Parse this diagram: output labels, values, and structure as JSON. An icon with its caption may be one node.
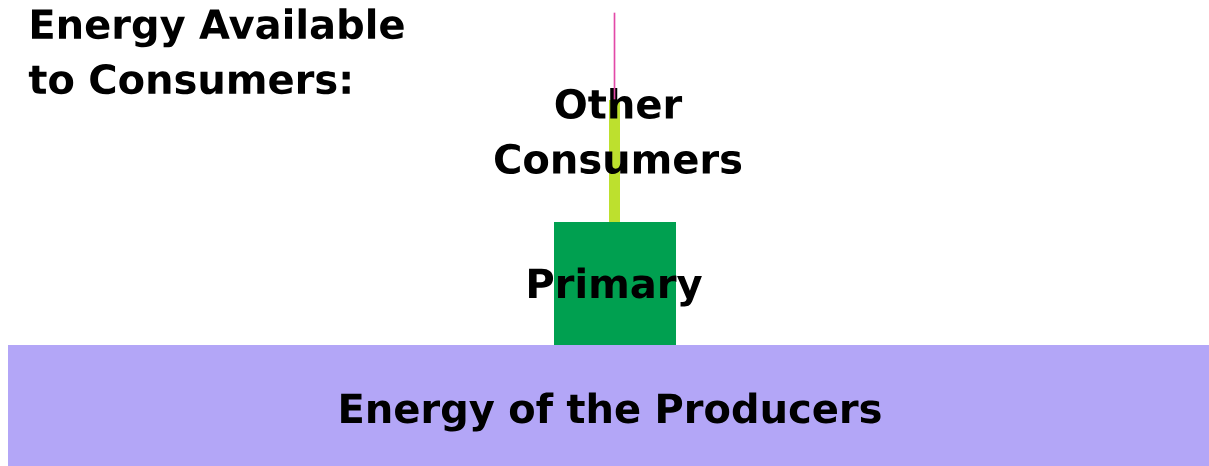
{
  "diagram": {
    "title": "Energy Available to Consumers:",
    "nodes": [
      {
        "text": [
          "Energy of the Producers"
        ]
      },
      {
        "text": [
          "Primary"
        ]
      },
      {
        "text": [
          "Other Consumers"
        ]
      },
      {
        "text": [],
        "shape": "bar"
      }
    ],
    "edges": []
  }
}
